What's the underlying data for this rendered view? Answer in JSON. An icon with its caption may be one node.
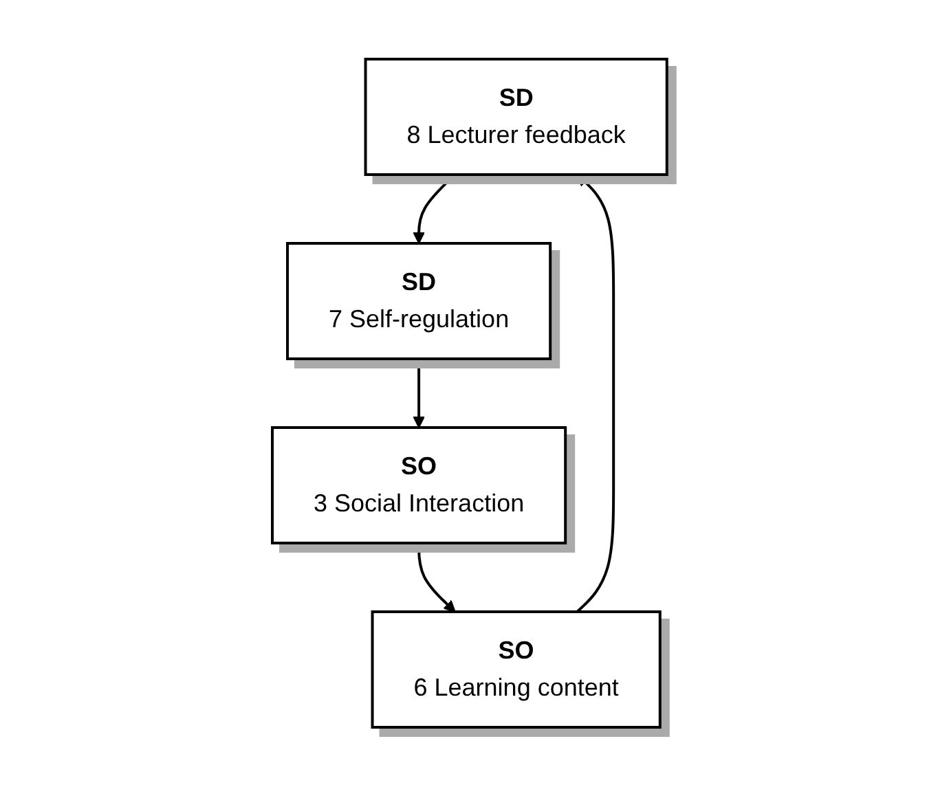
{
  "diagram": {
    "nodes": [
      {
        "text": [
          "SD",
          "8 Lecturer feedback"
        ]
      },
      {
        "text": [
          "SD",
          "7 Self-regulation"
        ]
      },
      {
        "text": [
          "SO",
          "6 Learning content"
        ]
      },
      {
        "text": [
          "SO",
          "3 Social Interaction"
        ]
      }
    ],
    "edges": [
      {
        "from": 0,
        "to": 1,
        "arrow": "to"
      },
      {
        "from": 1,
        "to": 3,
        "arrow": "to"
      },
      {
        "from": 3,
        "to": 2,
        "arrow": "to"
      },
      {
        "from": 2,
        "to": 0,
        "arrow": "to"
      }
    ]
  }
}
